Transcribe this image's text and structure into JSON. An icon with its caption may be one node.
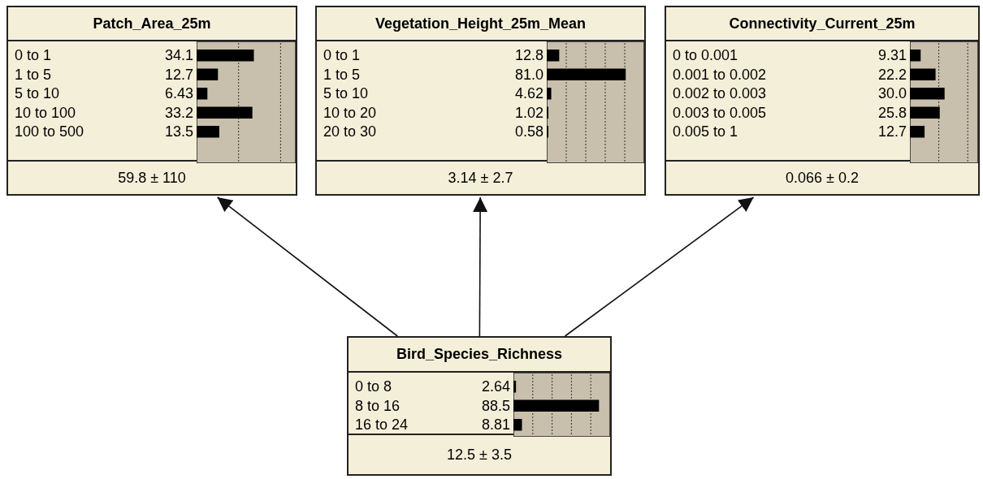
{
  "diagram": {
    "nodes": [
      {
        "text": [
          "Patch_Area_25m",
          "0 to 1",
          "34.1",
          "1 to 5",
          "12.7",
          "5 to 10",
          "6.43",
          "10 to 100",
          "33.2",
          "100 to 500",
          "13.5",
          "59.8 ± 110"
        ]
      },
      {
        "text": [
          "Vegetation_Height_25m_Mean",
          "0 to 1",
          "12.8",
          "1 to 5",
          "81.0",
          "5 to 10",
          "4.62",
          "10 to 20",
          "1.02",
          "20 to 30",
          "0.58",
          "3.14 ± 2.7"
        ]
      },
      {
        "text": [
          "Connectivity_Current_25m",
          "0 to 0.001",
          "9.31",
          "0.001 to 0.002",
          "22.2",
          "0.002 to 0.003",
          "30.0",
          "0.003 to 0.005",
          "25.8",
          "0.005 to 1",
          "12.7",
          "0.066 ± 0.2"
        ]
      },
      {
        "text": [
          "Bird_Species_Richness",
          "0 to 8",
          "2.64",
          "8 to 16",
          "88.5",
          "16 to 24",
          "8.81",
          "12.5 ± 3.5"
        ]
      }
    ],
    "edges": [
      {
        "from": 3,
        "to": 0,
        "arrow": "to"
      },
      {
        "from": 3,
        "to": 1,
        "arrow": "to"
      },
      {
        "from": 3,
        "to": 2,
        "arrow": "to"
      }
    ]
  }
}
